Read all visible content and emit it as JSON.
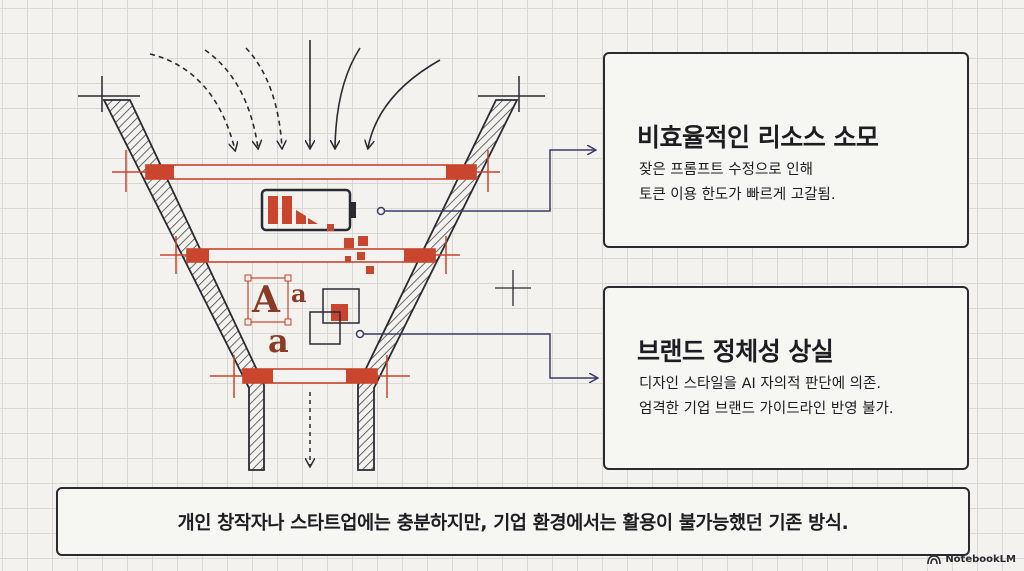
{
  "cards": [
    {
      "title": "비효율적인 리소스 소모",
      "lines": [
        "잦은 프롬프트 수정으로 인해",
        "토큰 이용 한도가 빠르게 고갈됨."
      ]
    },
    {
      "title": "브랜드 정체성 상실",
      "lines": [
        "디자인 스타일을 AI 자의적 판단에 의존.",
        "엄격한 기업 브랜드 가이드라인 반영 불가."
      ]
    }
  ],
  "banner": "개인 창작자나 스타트업에는 충분하지만, 기업 환경에서는 활용이 불가능했던 기존 방식.",
  "icons": {
    "funnel_first_item": "low-battery-icon",
    "funnel_second_item": "typography-icon"
  },
  "letters": {
    "big": "A",
    "small": "a",
    "lower": "a"
  },
  "watermark": "NotebookLM",
  "colors": {
    "ink": "#2a2a33",
    "accent": "#c9452d",
    "connector": "#3b3a6a",
    "background": "#f3f2ee"
  }
}
